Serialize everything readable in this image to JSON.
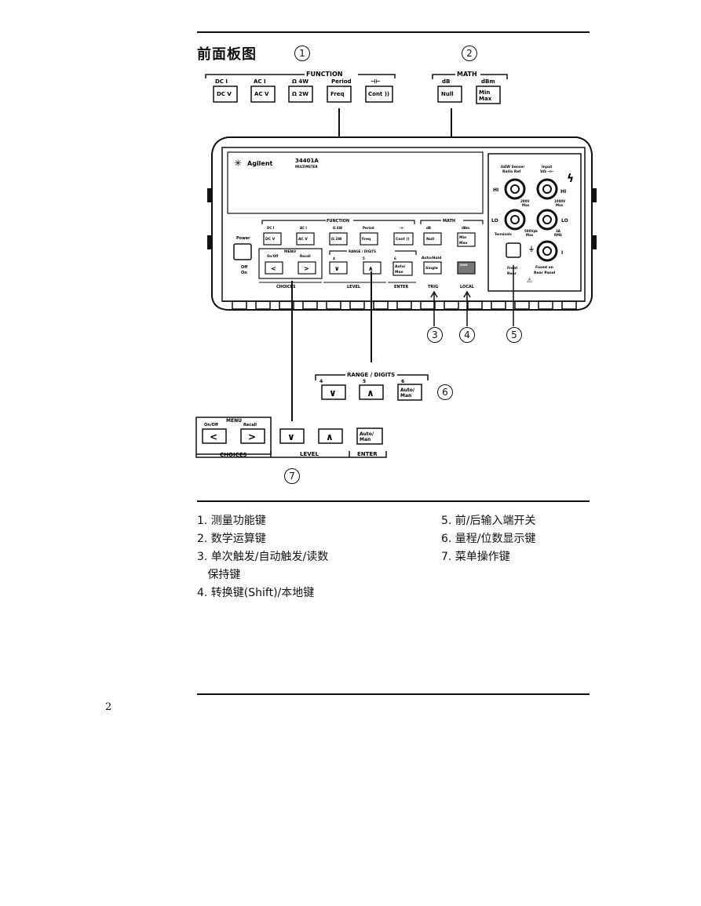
{
  "page_title": "前面板图",
  "callouts": [
    "1",
    "2",
    "3",
    "4",
    "5",
    "6",
    "7"
  ],
  "function_group": {
    "bracket_label": "FUNCTION",
    "shift_labels": [
      "DC I",
      "AC I",
      "Ω 4W",
      "Period",
      "⊣⊢"
    ],
    "keys": [
      "DC V",
      "AC V",
      "Ω 2W",
      "Freq",
      "Cont ))"
    ]
  },
  "math_group": {
    "bracket_label": "MATH",
    "shift_labels": [
      "dB",
      "dBm"
    ],
    "keys": [
      "Null",
      "Min\nMax"
    ]
  },
  "instrument": {
    "brand": "Agilent",
    "model": "34401A",
    "subtitle": "MULTIMETER",
    "power_label": "Power",
    "power_states": [
      "Off",
      "On"
    ],
    "menu_label": "MENU",
    "menu_on_off": "On/Off",
    "menu_recall": "Recall",
    "range_label": "RANGE / DIGITS",
    "digits": [
      "4",
      "5",
      "6"
    ],
    "auto_hold": "Auto/Hold",
    "single_key": "Single",
    "shift_key": "Shift",
    "auto_man_key": "Auto/\nMan",
    "bottom_labels": [
      "CHOICES",
      "LEVEL",
      "ENTER",
      "TRIG",
      "LOCAL"
    ],
    "terminal_labels": {
      "sense": "Ω4W Sense/\nRatio Ref",
      "input": "Input\nVΩ-⊣⊢",
      "hi": "HI",
      "lo": "LO",
      "v200": "200V\nMax",
      "v1000": "1000V\nMax",
      "terminals": "Terminals",
      "v500pk": "500Vpk\nMax",
      "amp": "3A\nRMS",
      "i": "I",
      "front": "Front",
      "rear": "Rear",
      "fused": "Fused on\nRear Panel"
    }
  },
  "range_group": {
    "bracket_label": "RANGE / DIGITS",
    "digits": [
      "4",
      "5",
      "6"
    ],
    "keys": [
      "∨",
      "∧",
      "Auto/\nMan"
    ]
  },
  "menu_group": {
    "menu_label": "MENU",
    "on_off": "On/Off",
    "recall": "Recall",
    "keys": [
      "<",
      ">",
      "∨",
      "∧",
      "Auto/\nMan"
    ],
    "bottom_labels": [
      "CHOICES",
      "LEVEL",
      "ENTER"
    ]
  },
  "legend_left": [
    "1. 测量功能键",
    "2. 数学运算键",
    "3. 单次触发/自动触发/读数",
    "   保持键",
    "4. 转换键(Shift)/本地键"
  ],
  "legend_right": [
    "5. 前/后输入端开关",
    "6. 量程/位数显示键",
    "7. 菜单操作键"
  ],
  "page_number": "2"
}
